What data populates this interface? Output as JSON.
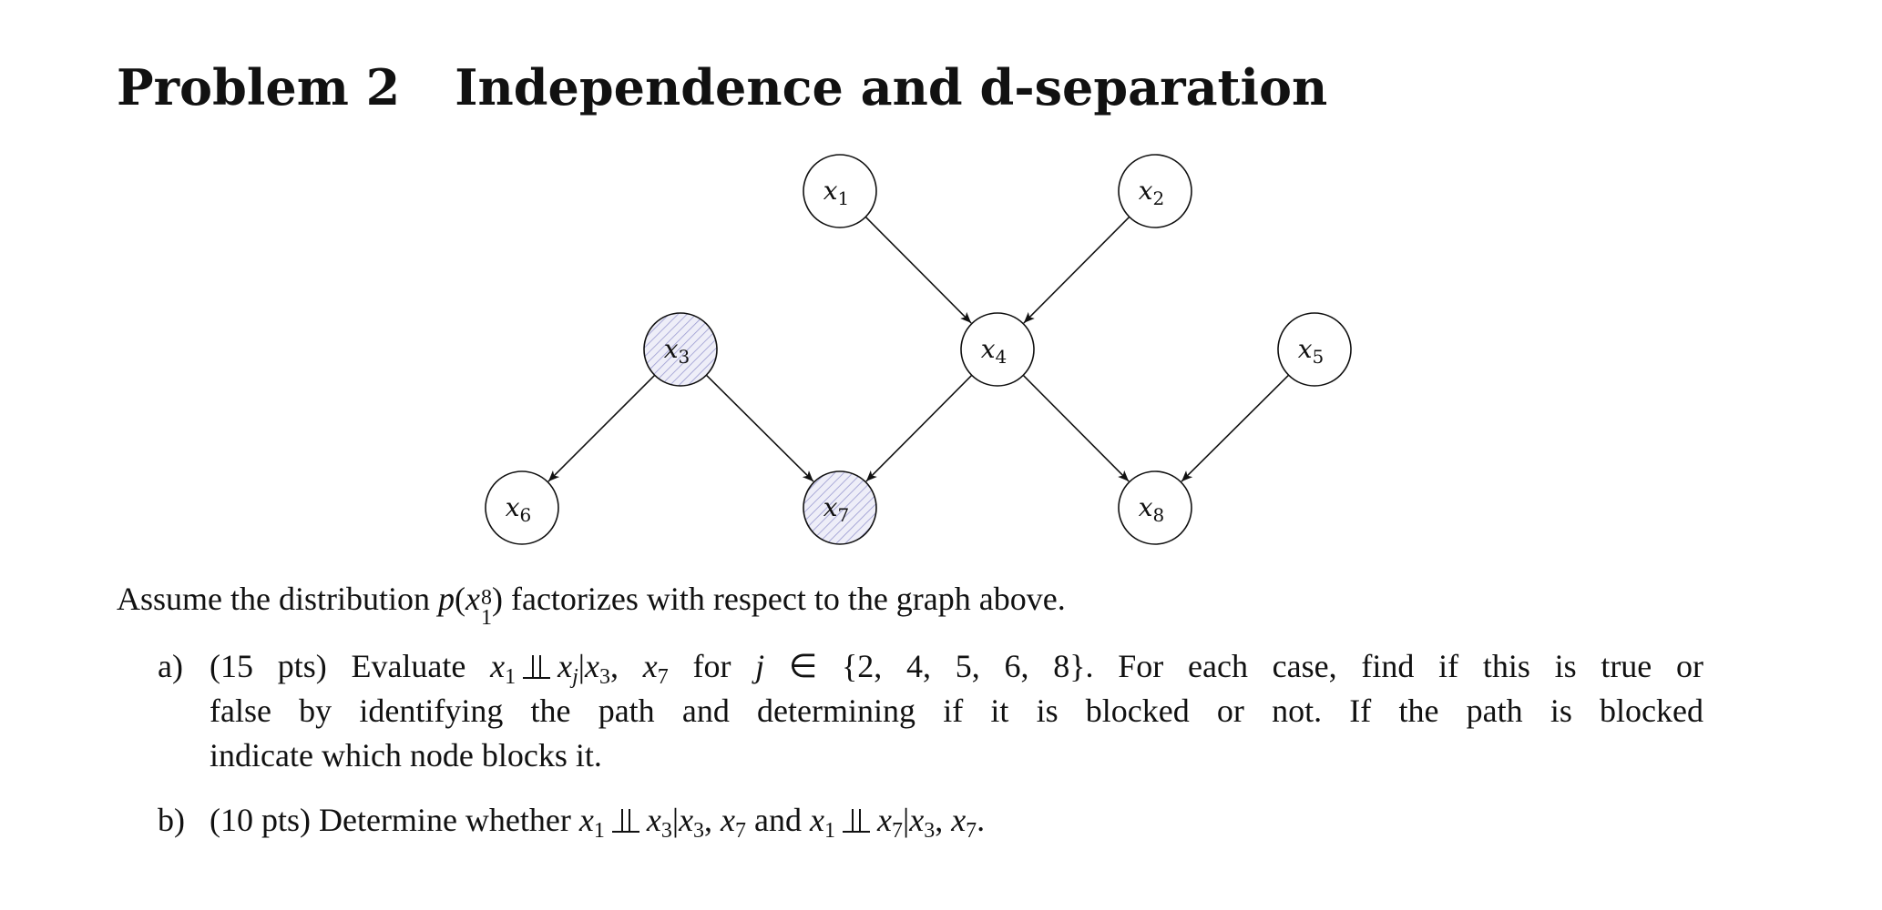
{
  "heading": {
    "label": "Problem 2",
    "title": "Independence and d-separation"
  },
  "graph": {
    "nodes": [
      {
        "id": "x1",
        "base": "x",
        "sub": "1",
        "observed": false
      },
      {
        "id": "x2",
        "base": "x",
        "sub": "2",
        "observed": false
      },
      {
        "id": "x3",
        "base": "x",
        "sub": "3",
        "observed": true
      },
      {
        "id": "x4",
        "base": "x",
        "sub": "4",
        "observed": false
      },
      {
        "id": "x5",
        "base": "x",
        "sub": "5",
        "observed": false
      },
      {
        "id": "x6",
        "base": "x",
        "sub": "6",
        "observed": false
      },
      {
        "id": "x7",
        "base": "x",
        "sub": "7",
        "observed": true
      },
      {
        "id": "x8",
        "base": "x",
        "sub": "8",
        "observed": false
      }
    ],
    "edges": [
      {
        "from": "x1",
        "to": "x4"
      },
      {
        "from": "x2",
        "to": "x4"
      },
      {
        "from": "x3",
        "to": "x6"
      },
      {
        "from": "x3",
        "to": "x7"
      },
      {
        "from": "x4",
        "to": "x7"
      },
      {
        "from": "x4",
        "to": "x8"
      },
      {
        "from": "x5",
        "to": "x8"
      }
    ],
    "colors": {
      "stroke": "#111111",
      "observed_hatch": "#9a9ad0",
      "observed_fill": "#eeeef8"
    }
  },
  "paragraph": {
    "before": "Assume the distribution ",
    "p": "p",
    "open": "(",
    "x": "x",
    "sup": "8",
    "sub": "1",
    "close": ")",
    "after": " factorizes with respect to the graph above."
  },
  "items": {
    "a": {
      "marker": "a)",
      "line1_pre": "(15 pts) Evaluate ",
      "expr_left": "x",
      "expr_left_sub": "1",
      "expr_right": "x",
      "expr_right_sub": "j",
      "given": "|",
      "c1": "x",
      "c1_sub": "3",
      "comma": ", ",
      "c2": "x",
      "c2_sub": "7",
      "for_text": " for ",
      "j": "j",
      "in_set": " ∈ {2, 4, 5, 6, 8}.",
      "line1_post": "  For each case, find if this is true or",
      "line2": "false by identifying the path and determining if it is blocked or not.  If the path is blocked",
      "line3": "indicate which node blocks it."
    },
    "b": {
      "marker": "b)",
      "pre": "(10 pts) Determine whether ",
      "e1_left": "x",
      "e1_left_sub": "1",
      "e1_right": "x",
      "e1_right_sub": "3",
      "given": "|",
      "c1": "x",
      "c1_sub": "3",
      "comma": ", ",
      "c2": "x",
      "c2_sub": "7",
      "and_text": " and ",
      "e2_left": "x",
      "e2_left_sub": "1",
      "e2_right": "x",
      "e2_right_sub": "7",
      "given2": "|",
      "d1": "x",
      "d1_sub": "3",
      "comma2": ", ",
      "d2": "x",
      "d2_sub": "7",
      "period": "."
    }
  }
}
